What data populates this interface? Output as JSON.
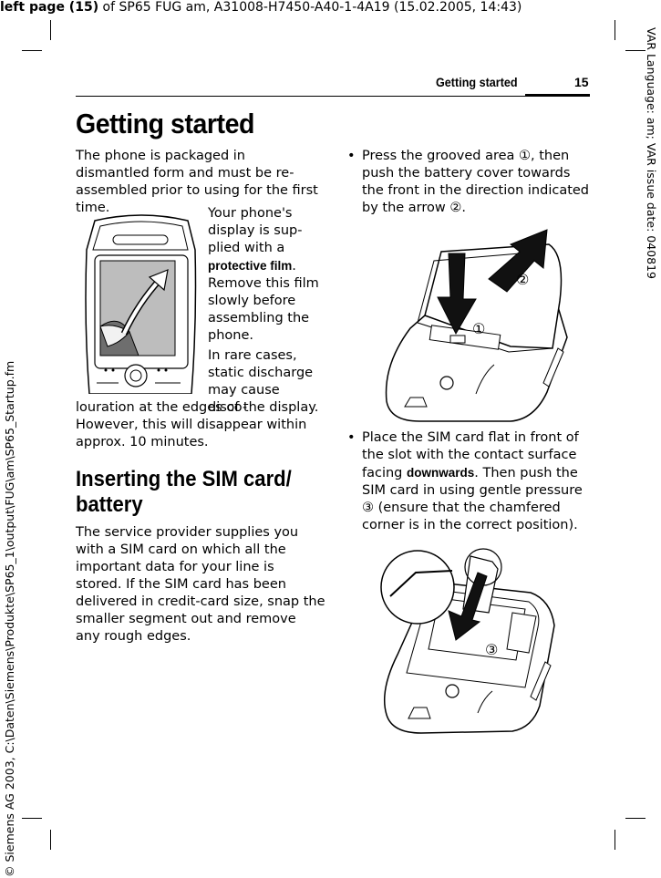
{
  "meta": {
    "top_bold": "left page (15)",
    "top_rest": " of SP65 FUG am, A31008-H7450-A40-1-4A19 (15.02.2005, 14:43)",
    "side_right": "VAR Language: am; VAR issue date: 040819",
    "side_left": "© Siemens AG 2003, C:\\Daten\\Siemens\\Produkte\\SP65_1\\output\\FUG\\am\\SP65_Startup.fm"
  },
  "header": {
    "section": "Getting started",
    "page_number": "15"
  },
  "main_title": "Getting started",
  "intro": {
    "p1": "The phone is packaged in dismantled form and must be re-assembled prior to using for the first time.",
    "film_lines": [
      "Your phone's",
      "display is sup-",
      "plied with a"
    ],
    "film_bold": "protective film",
    "film_after": ".",
    "film_lines2": [
      "Remove this film",
      "slowly before",
      "assembling the",
      "phone."
    ],
    "static_lines": [
      "In rare cases,",
      "static discharge",
      "may cause disco-"
    ],
    "static_rest": [
      "louration at the edges of the display.",
      "However, this will disappear within",
      "approx. 10 minutes."
    ]
  },
  "sim_section": {
    "title_line1": "Inserting the SIM card/",
    "title_line2": "battery",
    "body": [
      "The service provider supplies you",
      "with a SIM card on which all the",
      "important data for your line is",
      "stored. If the SIM card has been",
      "delivered in credit-card size, snap the",
      "smaller segment out and remove",
      "any rough edges."
    ]
  },
  "right_column": {
    "bullet1": [
      "Press the grooved area ①, then",
      "push the battery cover towards",
      "the front in the direction indicated",
      "by the arrow ②."
    ],
    "bullet2_l1": "Place the SIM card flat in front of",
    "bullet2_l2": "the slot with the contact surface",
    "bullet2_l3_pre": "facing ",
    "bullet2_l3_bold": "downwards",
    "bullet2_l3_post": ". Then push the",
    "bullet2_rest": [
      "SIM card in using gentle pressure",
      "③ (ensure that the chamfered",
      "corner is in the correct position)."
    ],
    "bullet_symbol": "•"
  },
  "figure_labels": {
    "one": "①",
    "two": "②",
    "three": "③"
  }
}
